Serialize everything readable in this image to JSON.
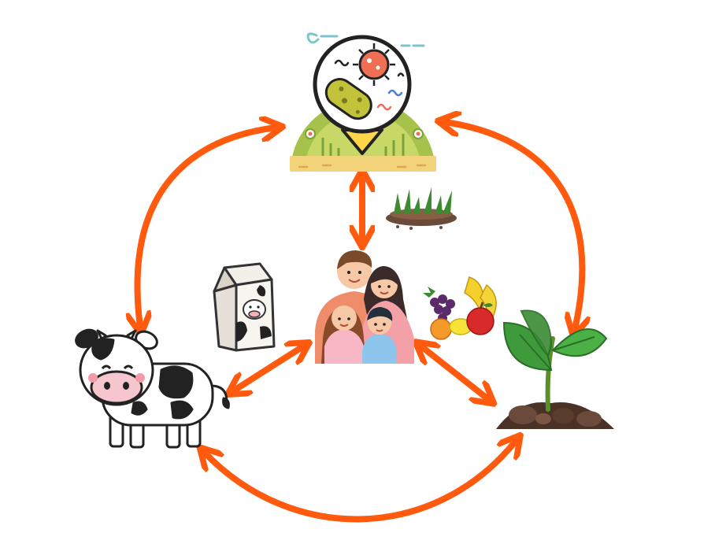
{
  "diagram": {
    "nodes": [
      {
        "id": "microbiome",
        "icon": "microbe-magnifier-icon"
      },
      {
        "id": "soil",
        "icon": "soil-grass-icon"
      },
      {
        "id": "people",
        "icon": "family-icon"
      },
      {
        "id": "milk",
        "icon": "milk-carton-icon"
      },
      {
        "id": "produce",
        "icon": "fruit-pile-icon"
      },
      {
        "id": "cow",
        "icon": "cow-icon"
      },
      {
        "id": "plant",
        "icon": "seedling-icon"
      }
    ],
    "links": [
      {
        "from": "microbiome",
        "to": "cow",
        "bidirectional": true
      },
      {
        "from": "microbiome",
        "to": "plant",
        "bidirectional": true
      },
      {
        "from": "microbiome",
        "to": "people",
        "bidirectional": true
      },
      {
        "from": "people",
        "to": "cow",
        "bidirectional": true
      },
      {
        "from": "people",
        "to": "plant",
        "bidirectional": true
      },
      {
        "from": "cow",
        "to": "plant",
        "bidirectional": true
      }
    ]
  },
  "colors": {
    "arrow": "#ff5a0e",
    "microbe_green": "#c2c33a",
    "microbe_red": "#ef6f55",
    "hill_green": "#a6c24a",
    "ground": "#f3d37a",
    "soil_brown": "#6a4a3a",
    "leaf_green": "#3f9a3b",
    "skin": "#f7c8a6",
    "shirt_pink": "#f3a0a6",
    "shirt_blue": "#8ec5ec"
  }
}
